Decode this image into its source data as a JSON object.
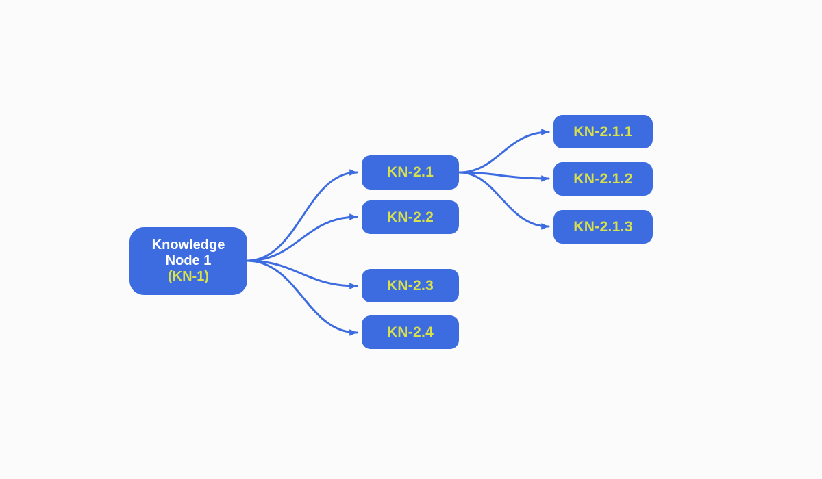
{
  "diagram": {
    "root": {
      "id": "KN-1",
      "label": "Knowledge Node 1",
      "code": "(KN-1)"
    },
    "level2": [
      {
        "id": "KN-2.1",
        "label": "KN-2.1"
      },
      {
        "id": "KN-2.2",
        "label": "KN-2.2"
      },
      {
        "id": "KN-2.3",
        "label": "KN-2.3"
      },
      {
        "id": "KN-2.4",
        "label": "KN-2.4"
      }
    ],
    "level3": [
      {
        "id": "KN-2.1.1",
        "label": "KN-2.1.1"
      },
      {
        "id": "KN-2.1.2",
        "label": "KN-2.1.2"
      },
      {
        "id": "KN-2.1.3",
        "label": "KN-2.1.3"
      }
    ],
    "edges": [
      {
        "from": "KN-1",
        "to": "KN-2.1"
      },
      {
        "from": "KN-1",
        "to": "KN-2.2"
      },
      {
        "from": "KN-1",
        "to": "KN-2.3"
      },
      {
        "from": "KN-1",
        "to": "KN-2.4"
      },
      {
        "from": "KN-2.1",
        "to": "KN-2.1.1"
      },
      {
        "from": "KN-2.1",
        "to": "KN-2.1.2"
      },
      {
        "from": "KN-2.1",
        "to": "KN-2.1.3"
      }
    ]
  },
  "theme": {
    "node-fill": "#3d6ce0",
    "edge-color": "#3d6ce0",
    "text-primary": "#ffffff",
    "text-accent": "#d8e04a",
    "canvas-bg": "#fbfbfb"
  }
}
